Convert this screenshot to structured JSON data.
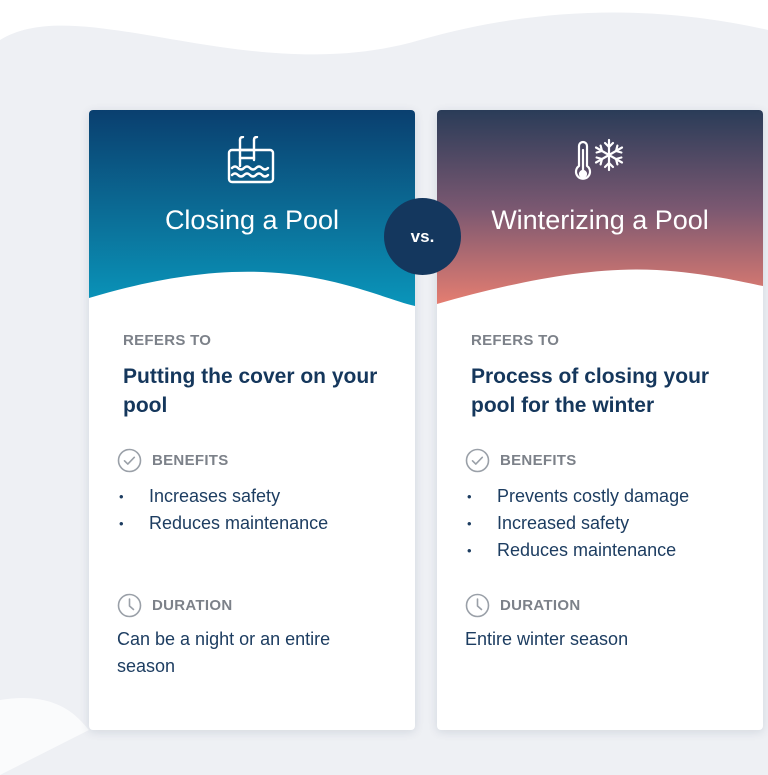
{
  "left_card": {
    "icon": "pool-ladder-icon",
    "title": "Closing a Pool",
    "refers_label": "REFERS TO",
    "refers_text": "Putting the cover on your pool",
    "benefits_label": "BENEFITS",
    "benefits": [
      "Increases safety",
      "Reduces maintenance"
    ],
    "duration_label": "DURATION",
    "duration_text": "Can be a night or an entire season",
    "colors": {
      "header_top": "#0a3f6f",
      "header_bottom": "#0a96bb"
    }
  },
  "vs_label": "vs.",
  "right_card": {
    "icon": "thermometer-snowflake-icon",
    "title": "Winterizing a Pool",
    "refers_label": "REFERS TO",
    "refers_text": "Process of closing your pool for the winter",
    "benefits_label": "BENEFITS",
    "benefits": [
      "Prevents costly damage",
      "Increased safety",
      "Reduces maintenance"
    ],
    "duration_label": "DURATION",
    "duration_text": "Entire winter season",
    "colors": {
      "header_top": "#2a3c58",
      "header_bottom": "#e97f71"
    }
  },
  "colors": {
    "navy": "#14375e",
    "label_gray": "#7c8189",
    "page_bg": "#eef0f4"
  }
}
